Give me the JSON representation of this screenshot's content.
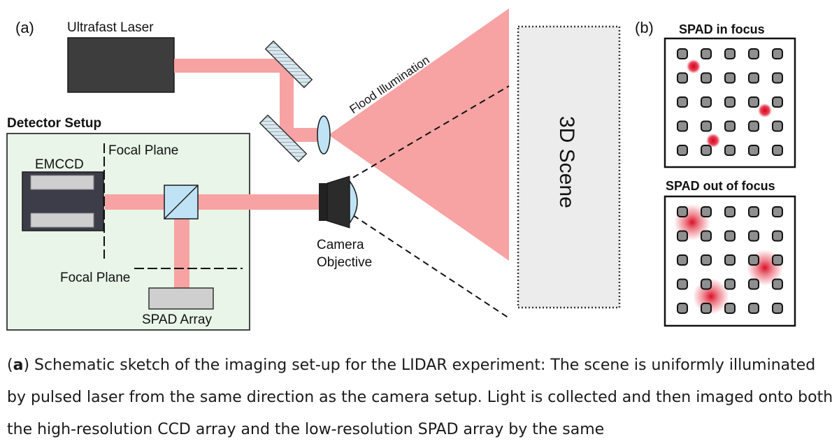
{
  "panel_a_label": "(a)",
  "panel_b_label": "(b)",
  "laser_label": "Ultrafast Laser",
  "flood_label": "Flood Illumination",
  "detector_setup_label": "Detector Setup",
  "emccd_label": "EMCCD",
  "focal_plane_top_label": "Focal Plane",
  "focal_plane_bottom_label": "Focal Plane",
  "spad_array_label": "SPAD Array",
  "camera_label_line1": "Camera",
  "camera_label_line2": "Objective",
  "scene_label": "3D Scene",
  "spad_in_focus_label": "SPAD in focus",
  "spad_out_focus_label": "SPAD out of focus",
  "caption": {
    "panel": "a",
    "text": "Schematic sketch of the imaging set-up for the LIDAR experiment: The scene is uniformly illuminated by pulsed laser from the same direction as the camera setup. Light is collected and then imaged onto both the high-resolution CCD array and the low-resolution SPAD array by the same"
  },
  "colors": {
    "beam": "#f7a3a3",
    "laser_box": "#3d3d3d",
    "detector_bg": "#e8f5e8",
    "lens": "#bfe3f5",
    "scene_bg": "#ececec",
    "spot": "#d9001b"
  }
}
